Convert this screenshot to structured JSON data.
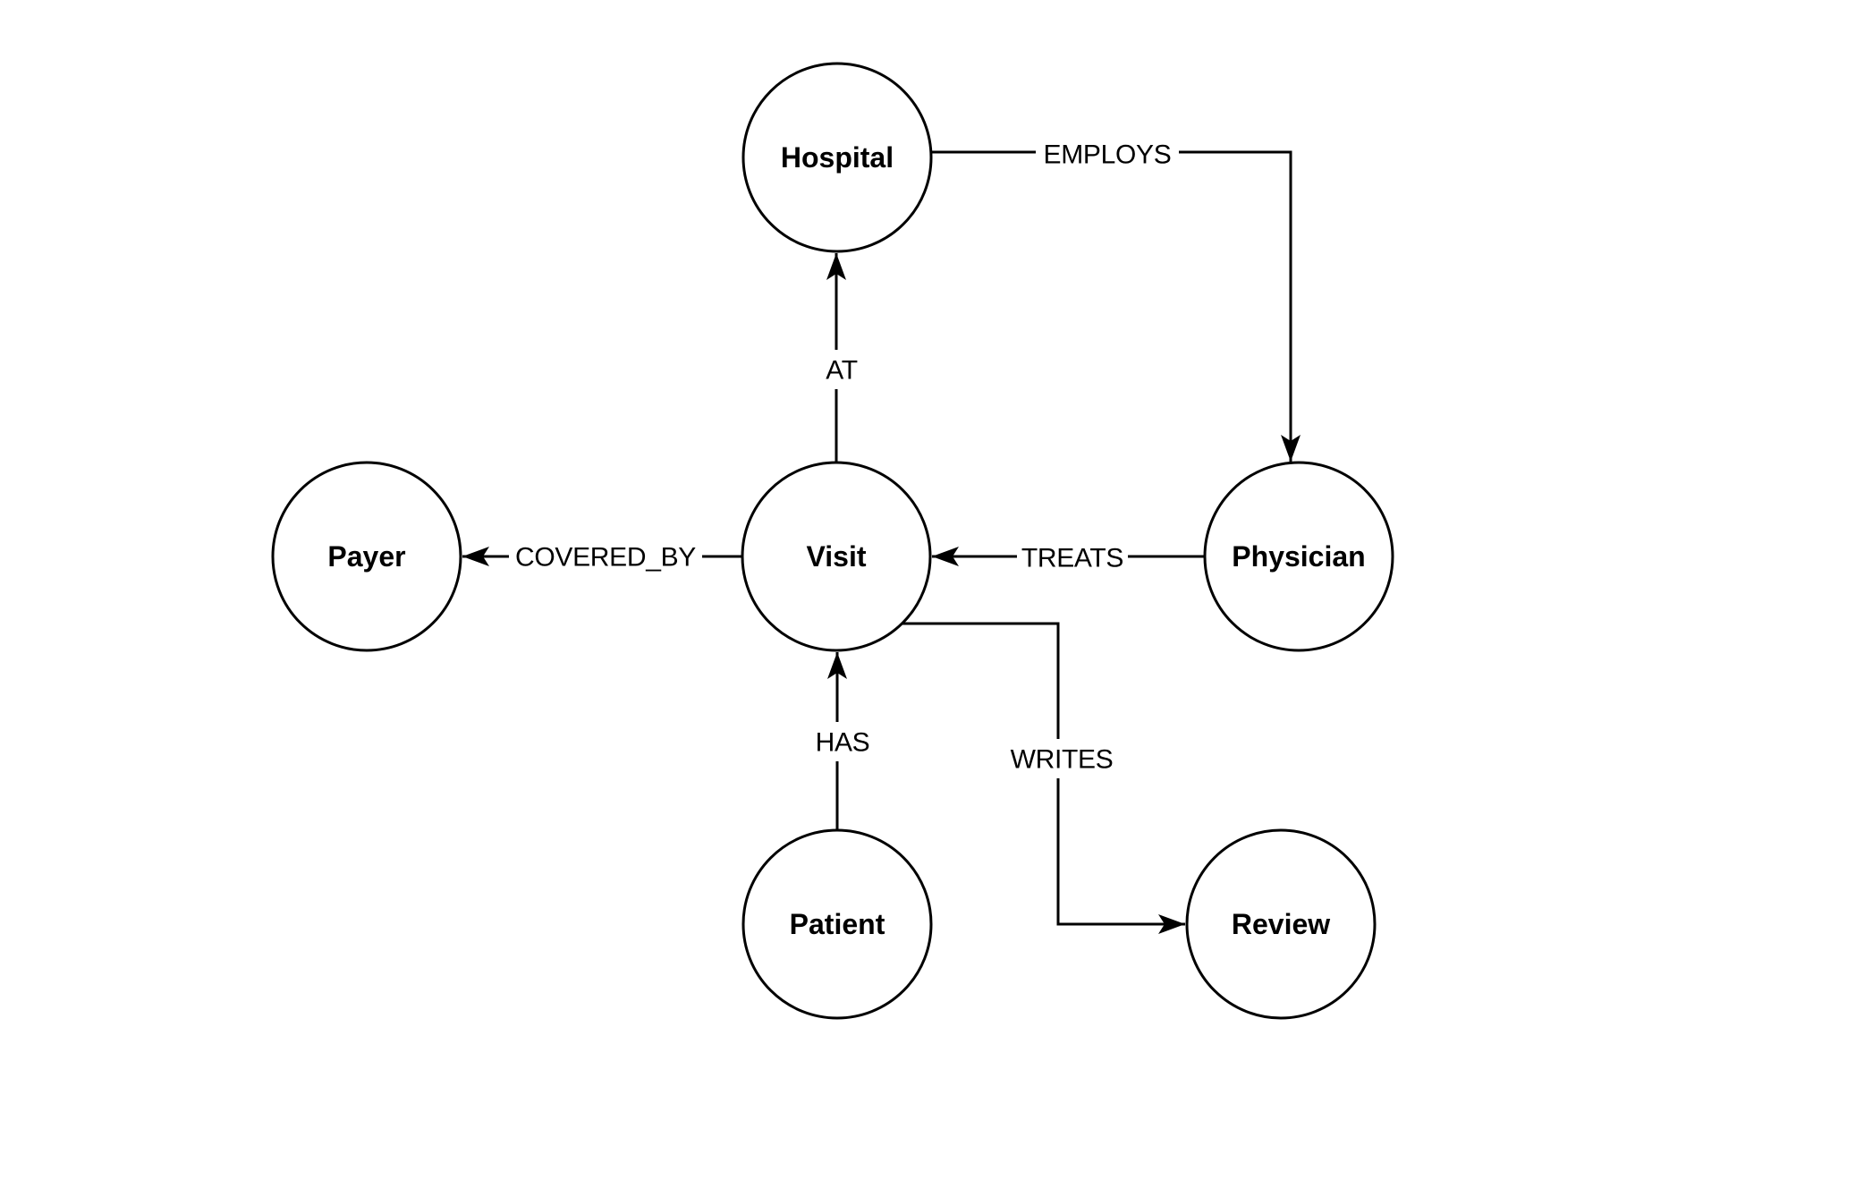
{
  "diagram": {
    "background_color": "#ffffff",
    "line_color": "#000000",
    "node_fill_color": "#ffffff",
    "text_color": "#000000",
    "nodes": [
      {
        "id": "hospital",
        "label": "Hospital"
      },
      {
        "id": "payer",
        "label": "Payer"
      },
      {
        "id": "visit",
        "label": "Visit"
      },
      {
        "id": "physician",
        "label": "Physician"
      },
      {
        "id": "patient",
        "label": "Patient"
      },
      {
        "id": "review",
        "label": "Review"
      }
    ],
    "edges": [
      {
        "id": "at",
        "label": "AT",
        "from": "visit",
        "to": "hospital"
      },
      {
        "id": "employs",
        "label": "EMPLOYS",
        "from": "hospital",
        "to": "physician"
      },
      {
        "id": "treats",
        "label": "TREATS",
        "from": "physician",
        "to": "visit"
      },
      {
        "id": "covered_by",
        "label": "COVERED_BY",
        "from": "visit",
        "to": "payer"
      },
      {
        "id": "has",
        "label": "HAS",
        "from": "patient",
        "to": "visit"
      },
      {
        "id": "writes",
        "label": "WRITES",
        "from": "visit",
        "to": "review"
      }
    ]
  }
}
